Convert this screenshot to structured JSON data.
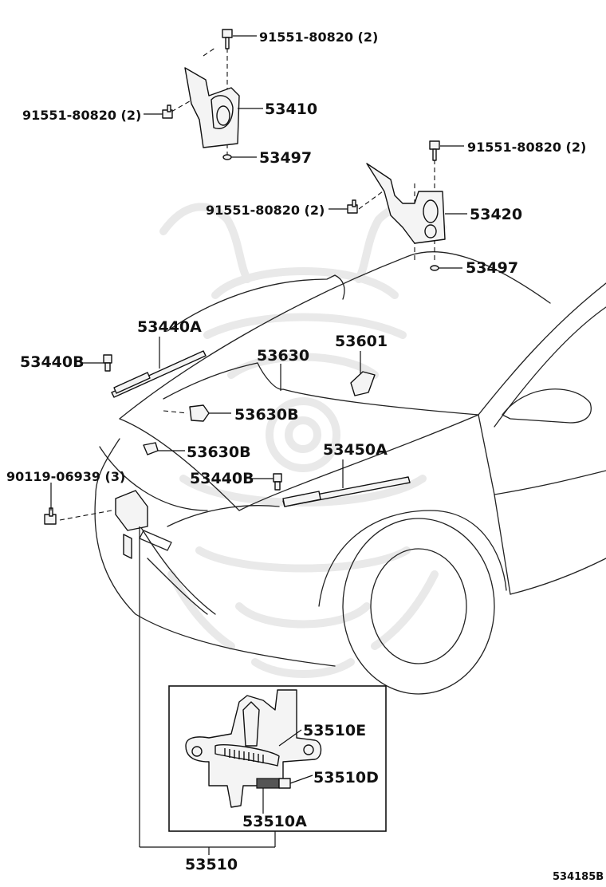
{
  "diagram_code": "534185B",
  "labels": {
    "bolt_top_left_hinge": "91551-80820 (2)",
    "bolt_side_left_hinge": "91551-80820 (2)",
    "hinge_left": "53410",
    "washer_left": "53497",
    "bolt_top_right_hinge": "91551-80820 (2)",
    "bolt_side_right_hinge": "91551-80820 (2)",
    "hinge_right": "53420",
    "washer_right": "53497",
    "support_rod_a": "53440A",
    "support_rod_b_upper": "53440B",
    "seal": "53630",
    "insulator": "53601",
    "clip_b_upper": "53630B",
    "clip_b_lower": "53630B",
    "screw": "90119-06939 (3)",
    "support_rod_b_lower": "53440B",
    "support_rod_450a": "53450A",
    "lock_spring": "53510E",
    "lock_part_d": "53510D",
    "lock_part_a": "53510A",
    "lock_assy": "53510"
  },
  "icons": {
    "watermark": "samurai-helmet-watermark",
    "bolt": "hex-bolt-icon",
    "washer": "washer-icon",
    "clip": "push-clip-icon"
  }
}
